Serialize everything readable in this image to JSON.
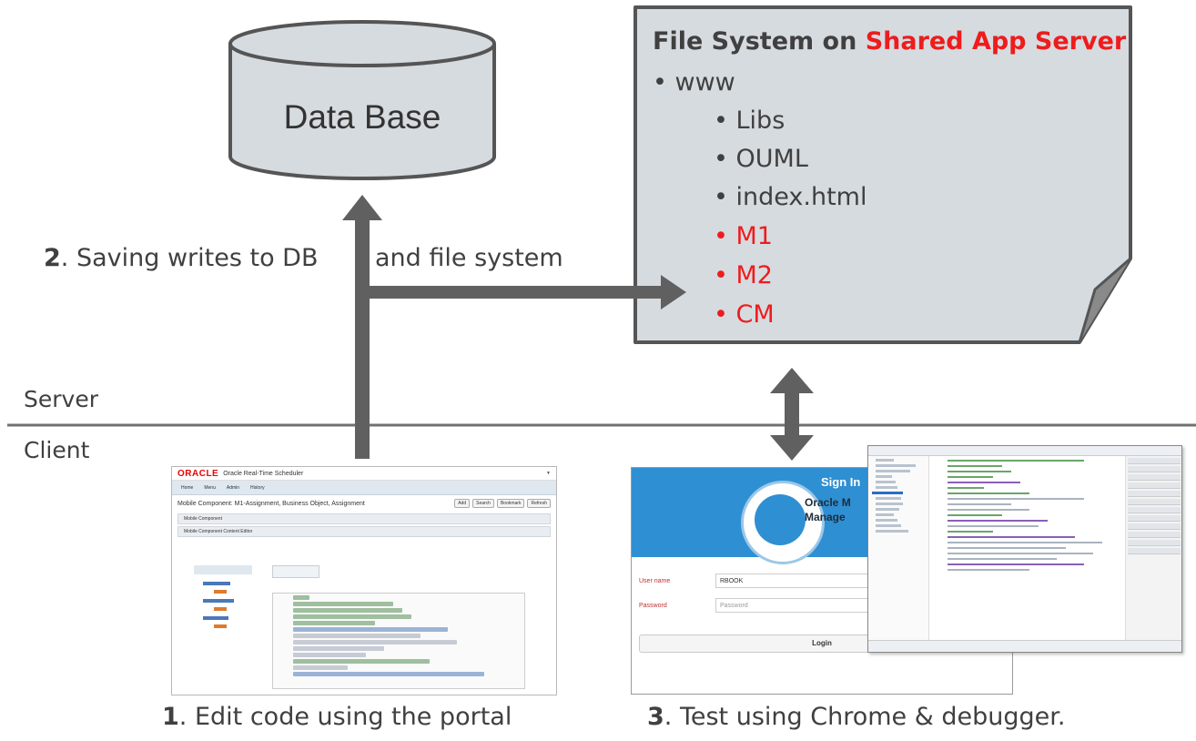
{
  "database": {
    "label": "Data Base"
  },
  "file_system": {
    "title_prefix": "File System on ",
    "title_highlight": "Shared App Server",
    "root_item": "www",
    "items": [
      {
        "text": "Libs",
        "highlight": false
      },
      {
        "text": "OUML",
        "highlight": false
      },
      {
        "text": "index.html",
        "highlight": false
      },
      {
        "text": "M1",
        "highlight": true
      },
      {
        "text": "M2",
        "highlight": true
      },
      {
        "text": "CM",
        "highlight": true
      }
    ]
  },
  "steps": {
    "step2": {
      "number": "2",
      "text_a": ". Saving writes to DB",
      "text_b": "and file system"
    },
    "step1": {
      "number": "1",
      "text": ". Edit code using the portal"
    },
    "step3": {
      "number": "3",
      "text": ". Test using Chrome & debugger."
    }
  },
  "zones": {
    "server": "Server",
    "client": "Client"
  },
  "portal": {
    "logo": "ORACLE",
    "app_name": "Oracle Real-Time Scheduler",
    "nav": [
      "Home",
      "Menu",
      "Admin",
      "History"
    ],
    "heading": "Mobile Component: M1-Assignment, Business Object, Assignment",
    "buttons": [
      "Add",
      "Search",
      "Bookmark",
      "Refresh"
    ],
    "section1": "Mobile Component",
    "section2": "Mobile Component Content Editor"
  },
  "login": {
    "title": "Sign In",
    "subtitle_1": "Oracle M",
    "subtitle_2": "Manage",
    "username_label": "User name",
    "username_value": "RBOOK",
    "password_label": "Password",
    "password_placeholder": "Password",
    "login_button": "Login"
  },
  "colors": {
    "arrow": "#606060",
    "cylinder_fill": "#d6dbe0",
    "note_fill": "#d6dbe0",
    "highlight": "#ee1c1c",
    "divider": "#707070"
  }
}
